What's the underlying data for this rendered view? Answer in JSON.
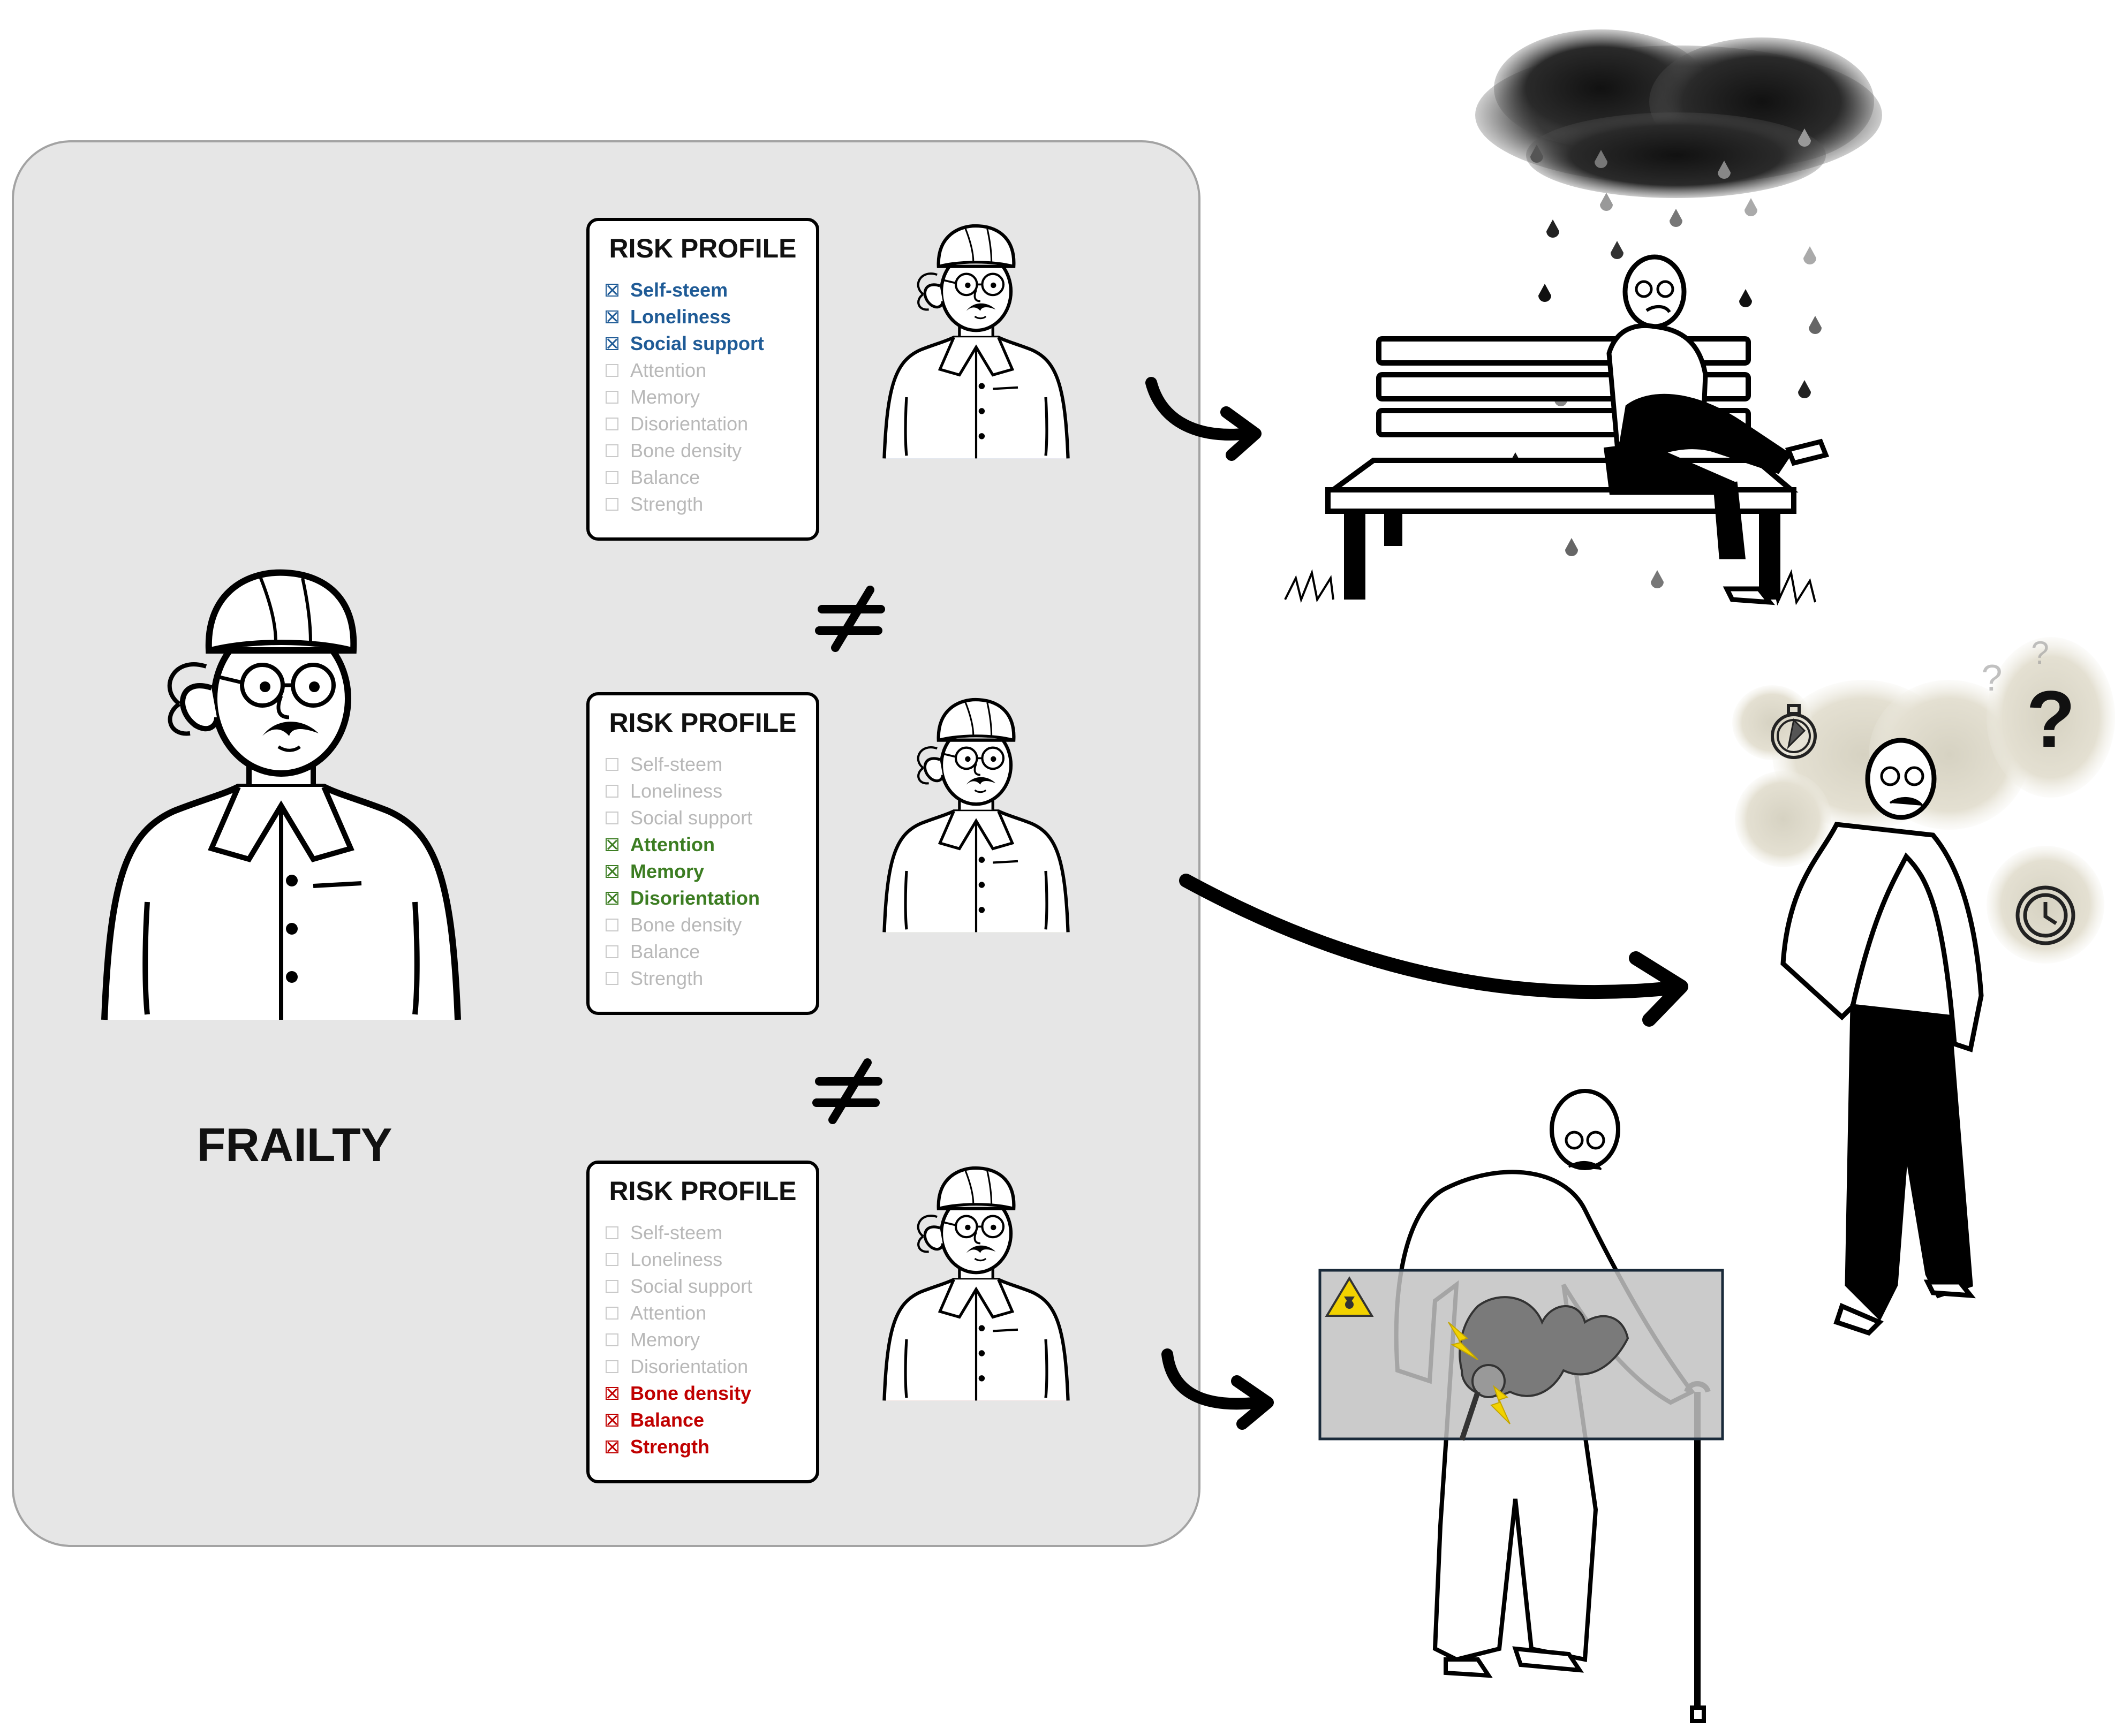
{
  "frailty": {
    "label": "FRAILTY"
  },
  "profiles": [
    {
      "title": "RISK PROFILE",
      "accent": "#1f5b96",
      "items": [
        {
          "label": "Self-steem",
          "checked": true
        },
        {
          "label": "Loneliness",
          "checked": true
        },
        {
          "label": "Social support",
          "checked": true
        },
        {
          "label": "Attention",
          "checked": false
        },
        {
          "label": "Memory",
          "checked": false
        },
        {
          "label": "Disorientation",
          "checked": false
        },
        {
          "label": "Bone density",
          "checked": false
        },
        {
          "label": "Balance",
          "checked": false
        },
        {
          "label": "Strength",
          "checked": false
        }
      ]
    },
    {
      "title": "RISK PROFILE",
      "accent": "#3c7d22",
      "items": [
        {
          "label": "Self-steem",
          "checked": false
        },
        {
          "label": "Loneliness",
          "checked": false
        },
        {
          "label": "Social support",
          "checked": false
        },
        {
          "label": "Attention",
          "checked": true
        },
        {
          "label": "Memory",
          "checked": true
        },
        {
          "label": "Disorientation",
          "checked": true
        },
        {
          "label": "Bone density",
          "checked": false
        },
        {
          "label": "Balance",
          "checked": false
        },
        {
          "label": "Strength",
          "checked": false
        }
      ]
    },
    {
      "title": "RISK PROFILE",
      "accent": "#c00000",
      "items": [
        {
          "label": "Self-steem",
          "checked": false
        },
        {
          "label": "Loneliness",
          "checked": false
        },
        {
          "label": "Social support",
          "checked": false
        },
        {
          "label": "Attention",
          "checked": false
        },
        {
          "label": "Memory",
          "checked": false
        },
        {
          "label": "Disorientation",
          "checked": false
        },
        {
          "label": "Bone density",
          "checked": true
        },
        {
          "label": "Balance",
          "checked": true
        },
        {
          "label": "Strength",
          "checked": true
        }
      ]
    }
  ],
  "colors": {
    "panel": "#e6e6e6",
    "shirt_blue": [
      "#6a98e0",
      "#a89ef0"
    ],
    "shirt_green": [
      "#cfe8a0",
      "#eef4b0"
    ],
    "shirt_red": [
      "#e8705a",
      "#d8485a"
    ],
    "cloud": "#1e1e1e",
    "xray": "#c8c8c8",
    "warning": "#f2d200"
  },
  "icons": [
    "rain-cloud-icon",
    "stopwatch-icon",
    "compass-icon",
    "question-mark-icon",
    "clock-icon",
    "radiation-warning-icon",
    "lightning-icon",
    "not-equal-icon",
    "curved-arrow-icon"
  ],
  "outcomes": {
    "question_glyph": "?"
  }
}
